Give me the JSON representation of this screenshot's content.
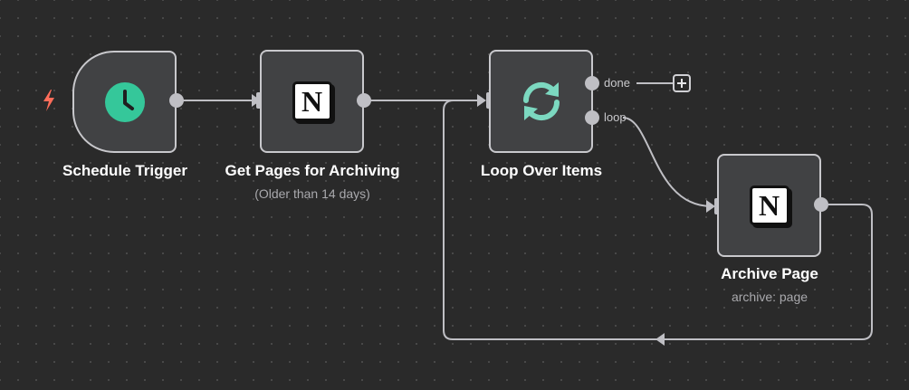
{
  "nodes": {
    "schedule_trigger": {
      "label": "Schedule Trigger",
      "icon": "clock-icon",
      "icon_color": "#35c79a"
    },
    "get_pages": {
      "label": "Get Pages for Archiving",
      "sublabel": "(Older than 14 days)",
      "icon": "notion-icon",
      "icon_letter": "N"
    },
    "loop": {
      "label": "Loop Over Items",
      "icon": "refresh-icon",
      "icon_color": "#7cd8c0",
      "outputs": {
        "done": "done",
        "loop": "loop"
      }
    },
    "archive_page": {
      "label": "Archive Page",
      "sublabel": "archive: page",
      "icon": "notion-icon",
      "icon_letter": "N"
    }
  },
  "colors": {
    "canvas": "#2a2a2a",
    "node_bg": "#414244",
    "node_border": "#c8c8cc",
    "wire": "#bfbfc4",
    "trigger_bolt": "#ff6d5a"
  }
}
